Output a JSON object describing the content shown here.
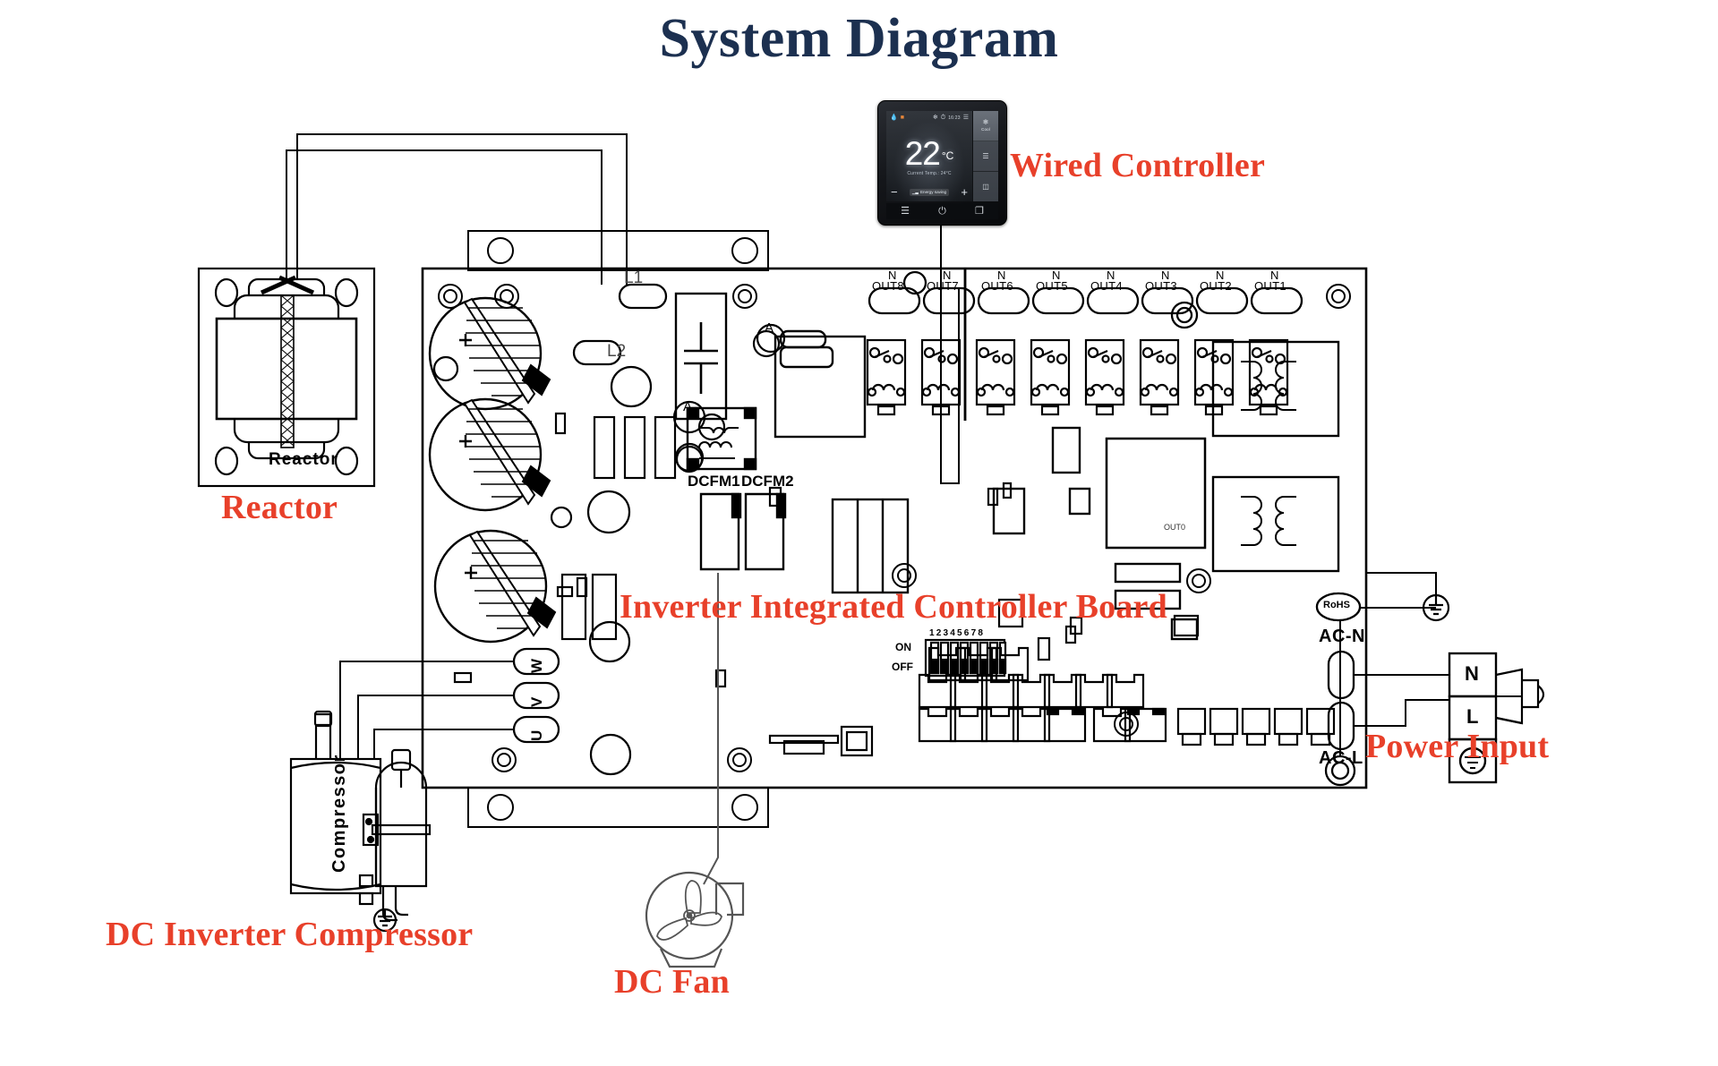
{
  "title": "System Diagram",
  "labels": {
    "wired_controller": "Wired Controller",
    "reactor": "Reactor",
    "board": "Inverter Integrated Controller Board",
    "power_input": "Power Input",
    "compressor": "DC Inverter Compressor",
    "fan": "DC Fan"
  },
  "colors": {
    "title": "#1c3050",
    "callout": "#e8402a",
    "line": "#000000",
    "board_outline": "#000000"
  },
  "wired_controller": {
    "temperature": "22",
    "unit": "°C",
    "current_temp_text": "Current Temp.: 24°C",
    "energy_saving": "Energy saving",
    "clock": "16:23",
    "minus": "−",
    "plus": "+",
    "status_icons": [
      "humidity-icon",
      "heat-icon",
      "fresh-air-icon",
      "timer-icon",
      "wifi-icon"
    ],
    "side_buttons": [
      {
        "label": "Cool",
        "icon": "snowflake-icon",
        "active": true
      },
      {
        "label": "",
        "icon": "fan-speed-icon",
        "active": false
      },
      {
        "label": "",
        "icon": "swing-icon",
        "active": false
      }
    ],
    "keys": [
      {
        "name": "menu-key",
        "glyph": "☰"
      },
      {
        "name": "power-key",
        "glyph": "⏻"
      },
      {
        "name": "schedule-key",
        "glyph": "❐"
      }
    ]
  },
  "board": {
    "output_terminals": [
      {
        "n": "N",
        "out": "OUT8"
      },
      {
        "n": "N",
        "out": "OUT7"
      },
      {
        "n": "N",
        "out": "OUT6"
      },
      {
        "n": "N",
        "out": "OUT5"
      },
      {
        "n": "N",
        "out": "OUT4"
      },
      {
        "n": "N",
        "out": "OUT3"
      },
      {
        "n": "N",
        "out": "OUT2"
      },
      {
        "n": "N",
        "out": "OUT1"
      }
    ],
    "inductor_labels": [
      "L1",
      "L2"
    ],
    "fan_connectors": [
      "DCFM1",
      "DCFM2"
    ],
    "marker_labels": [
      "A",
      "A"
    ],
    "dip_switch": {
      "on_label": "ON",
      "off_label": "OFF",
      "numbers": [
        "1",
        "2",
        "3",
        "4",
        "5",
        "6",
        "7",
        "8"
      ],
      "positions": [
        "OFF",
        "OFF",
        "OFF",
        "OFF",
        "OFF",
        "OFF",
        "OFF",
        "OFF"
      ]
    },
    "power_terminals": [
      "AC-N",
      "AC-L"
    ],
    "compliance_badge": "RoHS",
    "misc_text": "OUT0"
  },
  "terminal_block": {
    "neutral": "N",
    "live": "L",
    "ground": "ground-icon"
  },
  "compressor": {
    "body_label": "Compressor",
    "phase_terminals": [
      "W",
      "V",
      "U"
    ]
  },
  "reactor": {
    "body_label": "Reactor"
  }
}
